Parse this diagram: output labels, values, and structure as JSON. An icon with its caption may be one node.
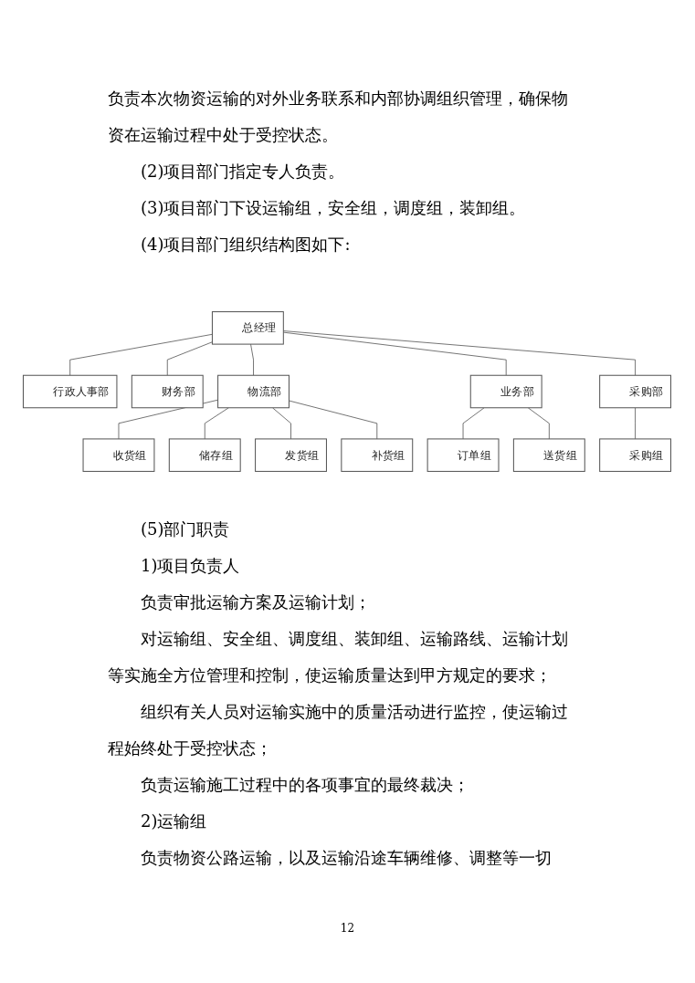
{
  "diagram": {
    "nodes": [
      {
        "text": [
          "总经理"
        ]
      },
      {
        "text": [
          "行政人事部"
        ]
      },
      {
        "text": [
          "财务部"
        ]
      },
      {
        "text": [
          "物流部"
        ]
      },
      {
        "text": [
          "业务部"
        ]
      },
      {
        "text": [
          "采购部"
        ]
      },
      {
        "text": [
          "订单组"
        ]
      },
      {
        "text": [
          "送货组"
        ]
      },
      {
        "text": [
          "采购组"
        ]
      },
      {
        "text": [
          "收货组"
        ]
      },
      {
        "text": [
          "储存组"
        ]
      },
      {
        "text": [
          "发货组"
        ]
      },
      {
        "text": [
          "补货组"
        ]
      }
    ],
    "edges": [
      {
        "from": 0,
        "to": 1,
        "arrow": "none"
      },
      {
        "from": 0,
        "to": 2,
        "arrow": "none"
      },
      {
        "from": 0,
        "to": 3,
        "arrow": "none"
      },
      {
        "from": 0,
        "to": 4,
        "arrow": "none"
      },
      {
        "from": 0,
        "to": 5,
        "arrow": "none"
      },
      {
        "from": 4,
        "to": 6,
        "arrow": "none"
      },
      {
        "from": 4,
        "to": 7,
        "arrow": "none"
      },
      {
        "from": 5,
        "to": 8,
        "arrow": "none"
      },
      {
        "from": 3,
        "to": 9,
        "arrow": "none"
      },
      {
        "from": 3,
        "to": 10,
        "arrow": "none"
      },
      {
        "from": 3,
        "to": 11,
        "arrow": "none"
      },
      {
        "from": 3,
        "to": 12,
        "arrow": "none"
      }
    ],
    "labels": [
      "负责本次物资运输的对外业务联系和内部协调组织管理，确保物资在运输过程中处于受控状态。",
      "(2)项目部门指定专人负责。",
      "(3)项目部门下设运输组，安全组，调度组，装卸组。",
      "(4)项目部门组织结构图如下:",
      "(5)部门职责",
      "1)项目负责人",
      "负责审批运输方案及运输计划；",
      "对运输组、安全组、调度组、装卸组、运输路线、运输计划等实施全方位管理和控制，使运输质量达到甲方规定的要求；",
      "组织有关人员对运输实施中的质量活动进行监控，使运输过程始终处于受控状态；",
      "负责运输施工过程中的各项事宜的最终裁决；",
      "2)运输组",
      "负责物资公路运输，以及运输沿途车辆维修、调整等一切",
      "12"
    ]
  }
}
